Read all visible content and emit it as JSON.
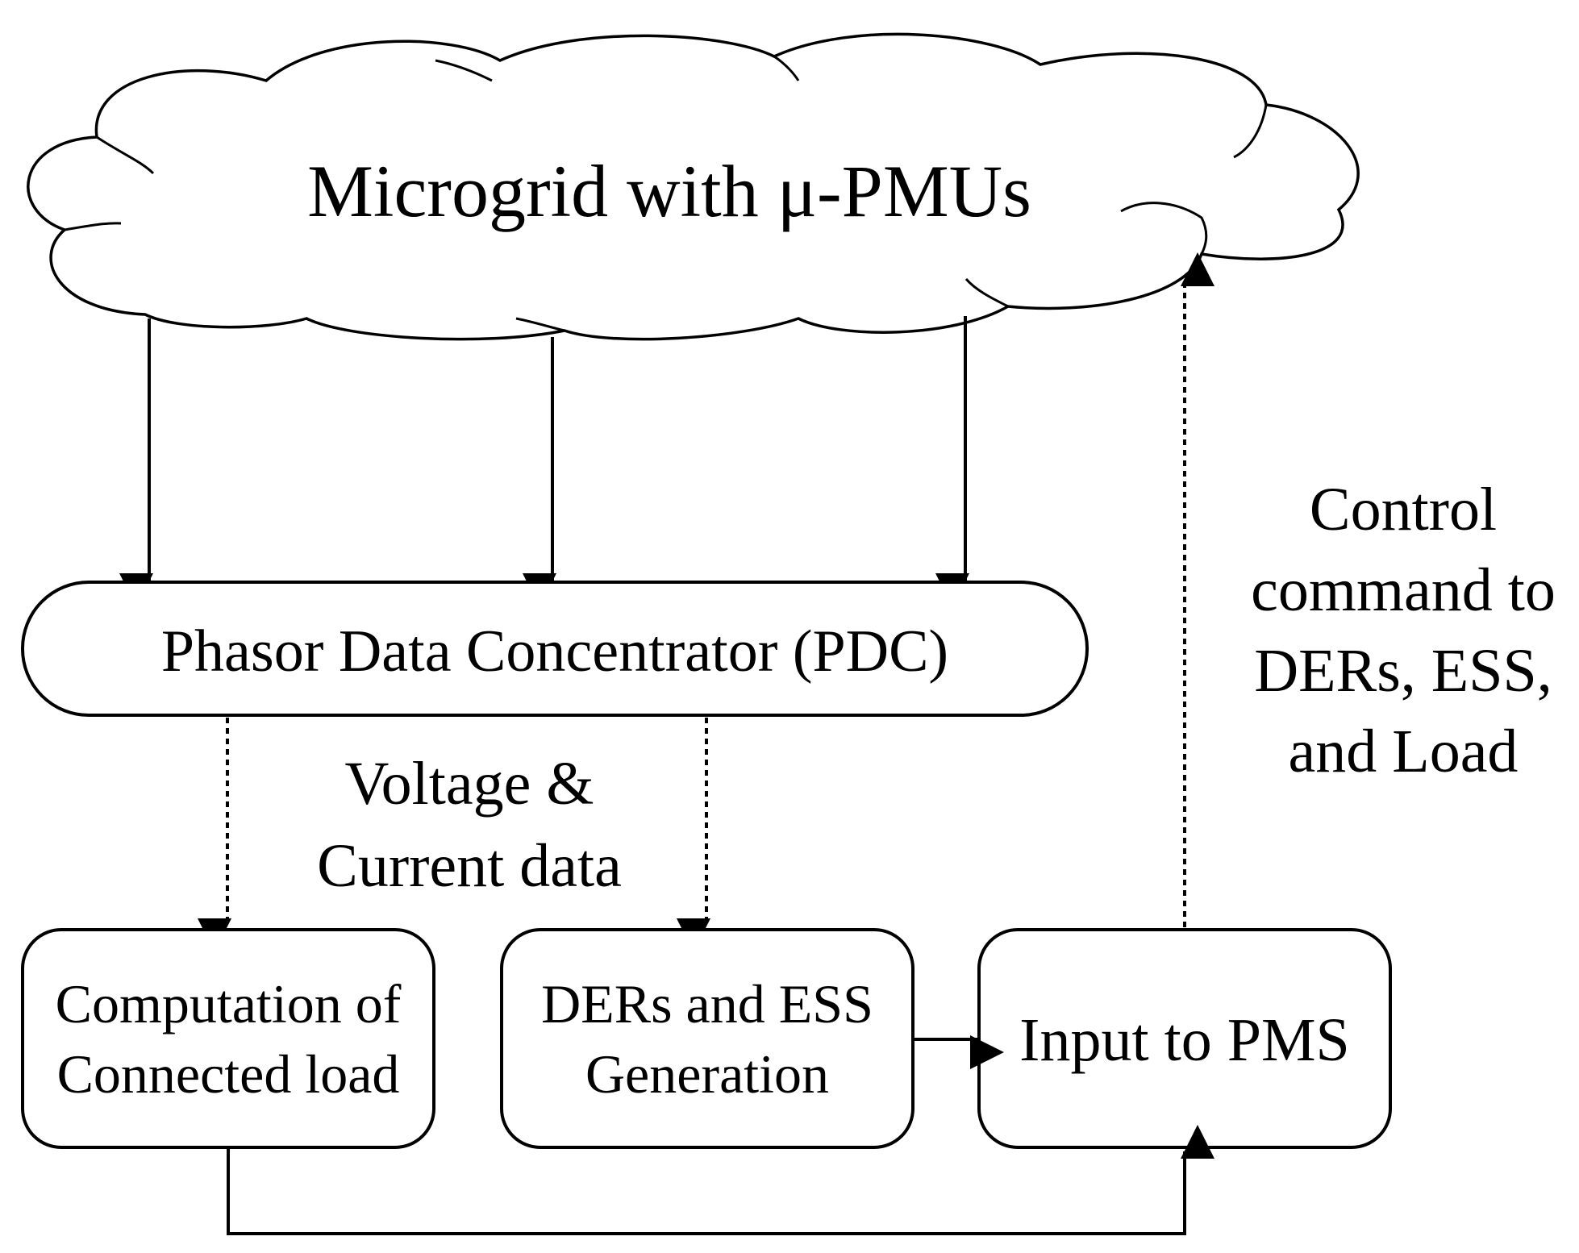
{
  "diagram": {
    "cloud_title": "Microgrid with μ-PMUs",
    "pdc_label": "Phasor Data Concentrator (PDC)",
    "data_label": {
      "line1": "Voltage &",
      "line2": "Current data"
    },
    "load_box": {
      "line1": "Computation of",
      "line2": "Connected load"
    },
    "der_box": {
      "line1": "DERs and ESS",
      "line2": "Generation"
    },
    "pms_box": {
      "label": "Input to PMS"
    },
    "control_label": {
      "line1": "Control",
      "line2": "command to",
      "line3": "DERs, ESS,",
      "line4": "and Load"
    }
  },
  "colors": {
    "stroke": "#000000",
    "fill": "#ffffff",
    "text": "#000000"
  }
}
